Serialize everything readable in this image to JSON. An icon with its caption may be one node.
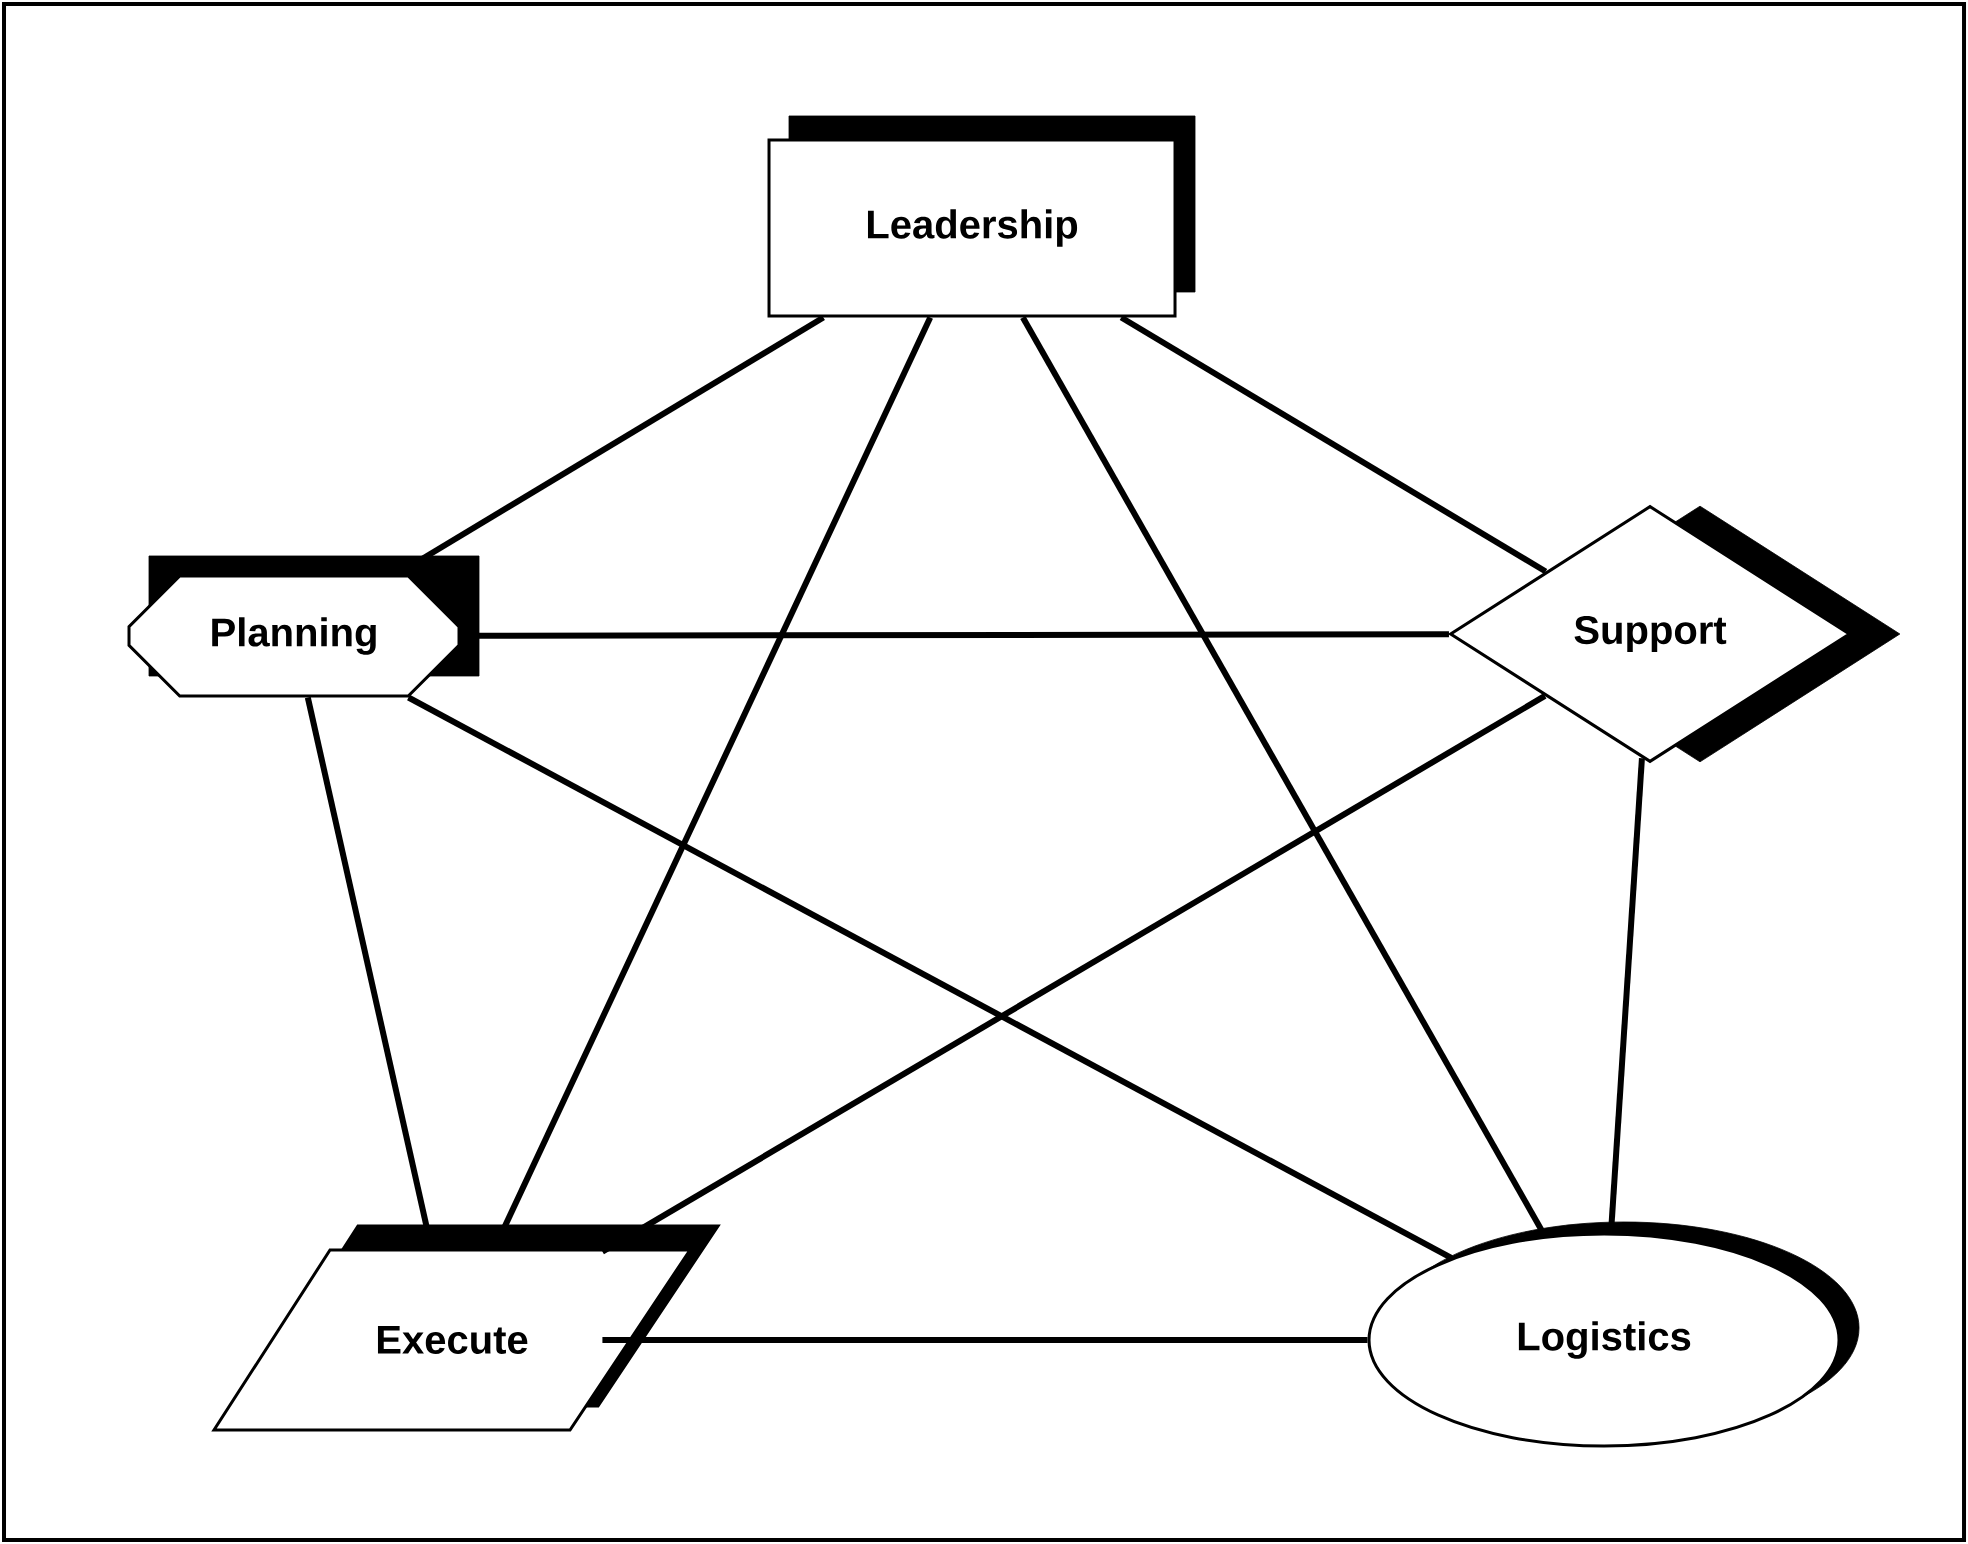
{
  "diagram": {
    "nodes": [
      {
        "text": [
          "Leadership"
        ]
      },
      {
        "text": [
          "Planning"
        ]
      },
      {
        "text": [
          "Support"
        ]
      },
      {
        "text": [
          "Execute"
        ]
      },
      {
        "text": [
          "Logistics"
        ]
      }
    ],
    "edges": [
      {
        "from": 0,
        "to": 1,
        "arrow": "none"
      },
      {
        "from": 0,
        "to": 2,
        "arrow": "none"
      },
      {
        "from": 0,
        "to": 3,
        "arrow": "none"
      },
      {
        "from": 0,
        "to": 4,
        "arrow": "none"
      },
      {
        "from": 1,
        "to": 2,
        "arrow": "none"
      },
      {
        "from": 1,
        "to": 4,
        "arrow": "none"
      },
      {
        "from": 1,
        "to": 3,
        "arrow": "none"
      },
      {
        "from": 2,
        "to": 3,
        "arrow": "none"
      },
      {
        "from": 2,
        "to": 4,
        "arrow": "none"
      },
      {
        "from": 3,
        "to": 4,
        "arrow": "none"
      }
    ]
  }
}
